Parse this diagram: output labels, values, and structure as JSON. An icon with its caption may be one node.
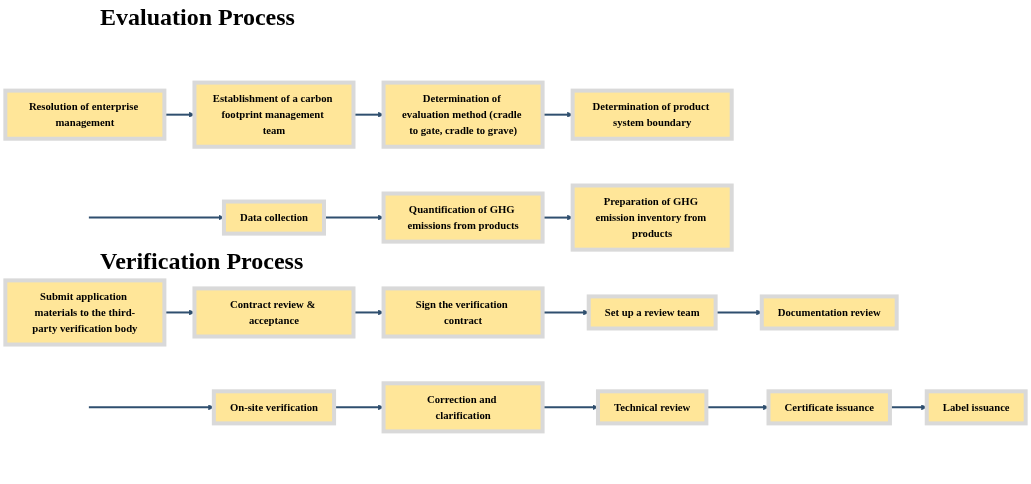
{
  "diagram": {
    "nodes": [
      {
        "text": [
          "Resolution of enterprise management"
        ]
      },
      {
        "text": [
          "Establishment of a carbon footprint management team"
        ]
      },
      {
        "text": [
          "Determination of evaluation method (cradle to gate, cradle to grave)"
        ]
      },
      {
        "text": [
          "Determination of product system boundary"
        ]
      },
      {
        "text": [
          "Data collection"
        ]
      },
      {
        "text": [
          "Quantification of GHG emissions from products"
        ]
      },
      {
        "text": [
          "Preparation of GHG emission inventory from products"
        ]
      },
      {
        "text": [
          "Submit application materials to the third-party verification body"
        ]
      },
      {
        "text": [
          "Contract review & acceptance"
        ]
      },
      {
        "text": [
          "Sign the verification contract"
        ]
      },
      {
        "text": [
          "Set up a review team"
        ]
      },
      {
        "text": [
          "Documentation review"
        ]
      },
      {
        "text": [
          "On-site verification"
        ]
      },
      {
        "text": [
          "Correction and clarification"
        ]
      },
      {
        "text": [
          "Technical review"
        ]
      },
      {
        "text": [
          "Certificate issuance"
        ]
      },
      {
        "text": [
          "Label issuance"
        ]
      }
    ],
    "edges": [
      {
        "from": 0,
        "to": 1,
        "arrow": "to"
      },
      {
        "from": 1,
        "to": 2,
        "arrow": "to"
      },
      {
        "from": 2,
        "to": 3,
        "arrow": "to"
      },
      {
        "from": null,
        "to": 4,
        "arrow": "to"
      },
      {
        "from": 4,
        "to": 5,
        "arrow": "to"
      },
      {
        "from": 5,
        "to": 6,
        "arrow": "to"
      },
      {
        "from": 7,
        "to": 8,
        "arrow": "to"
      },
      {
        "from": 8,
        "to": 9,
        "arrow": "to"
      },
      {
        "from": 9,
        "to": 10,
        "arrow": "to"
      },
      {
        "from": 10,
        "to": 11,
        "arrow": "to"
      },
      {
        "from": null,
        "to": 12,
        "arrow": "to"
      },
      {
        "from": 12,
        "to": 13,
        "arrow": "to"
      },
      {
        "from": 13,
        "to": 14,
        "arrow": "to"
      },
      {
        "from": 14,
        "to": 15,
        "arrow": "to"
      },
      {
        "from": 15,
        "to": 16,
        "arrow": "to"
      }
    ],
    "labels": [
      "Evaluation Process",
      "Verification Process"
    ]
  }
}
